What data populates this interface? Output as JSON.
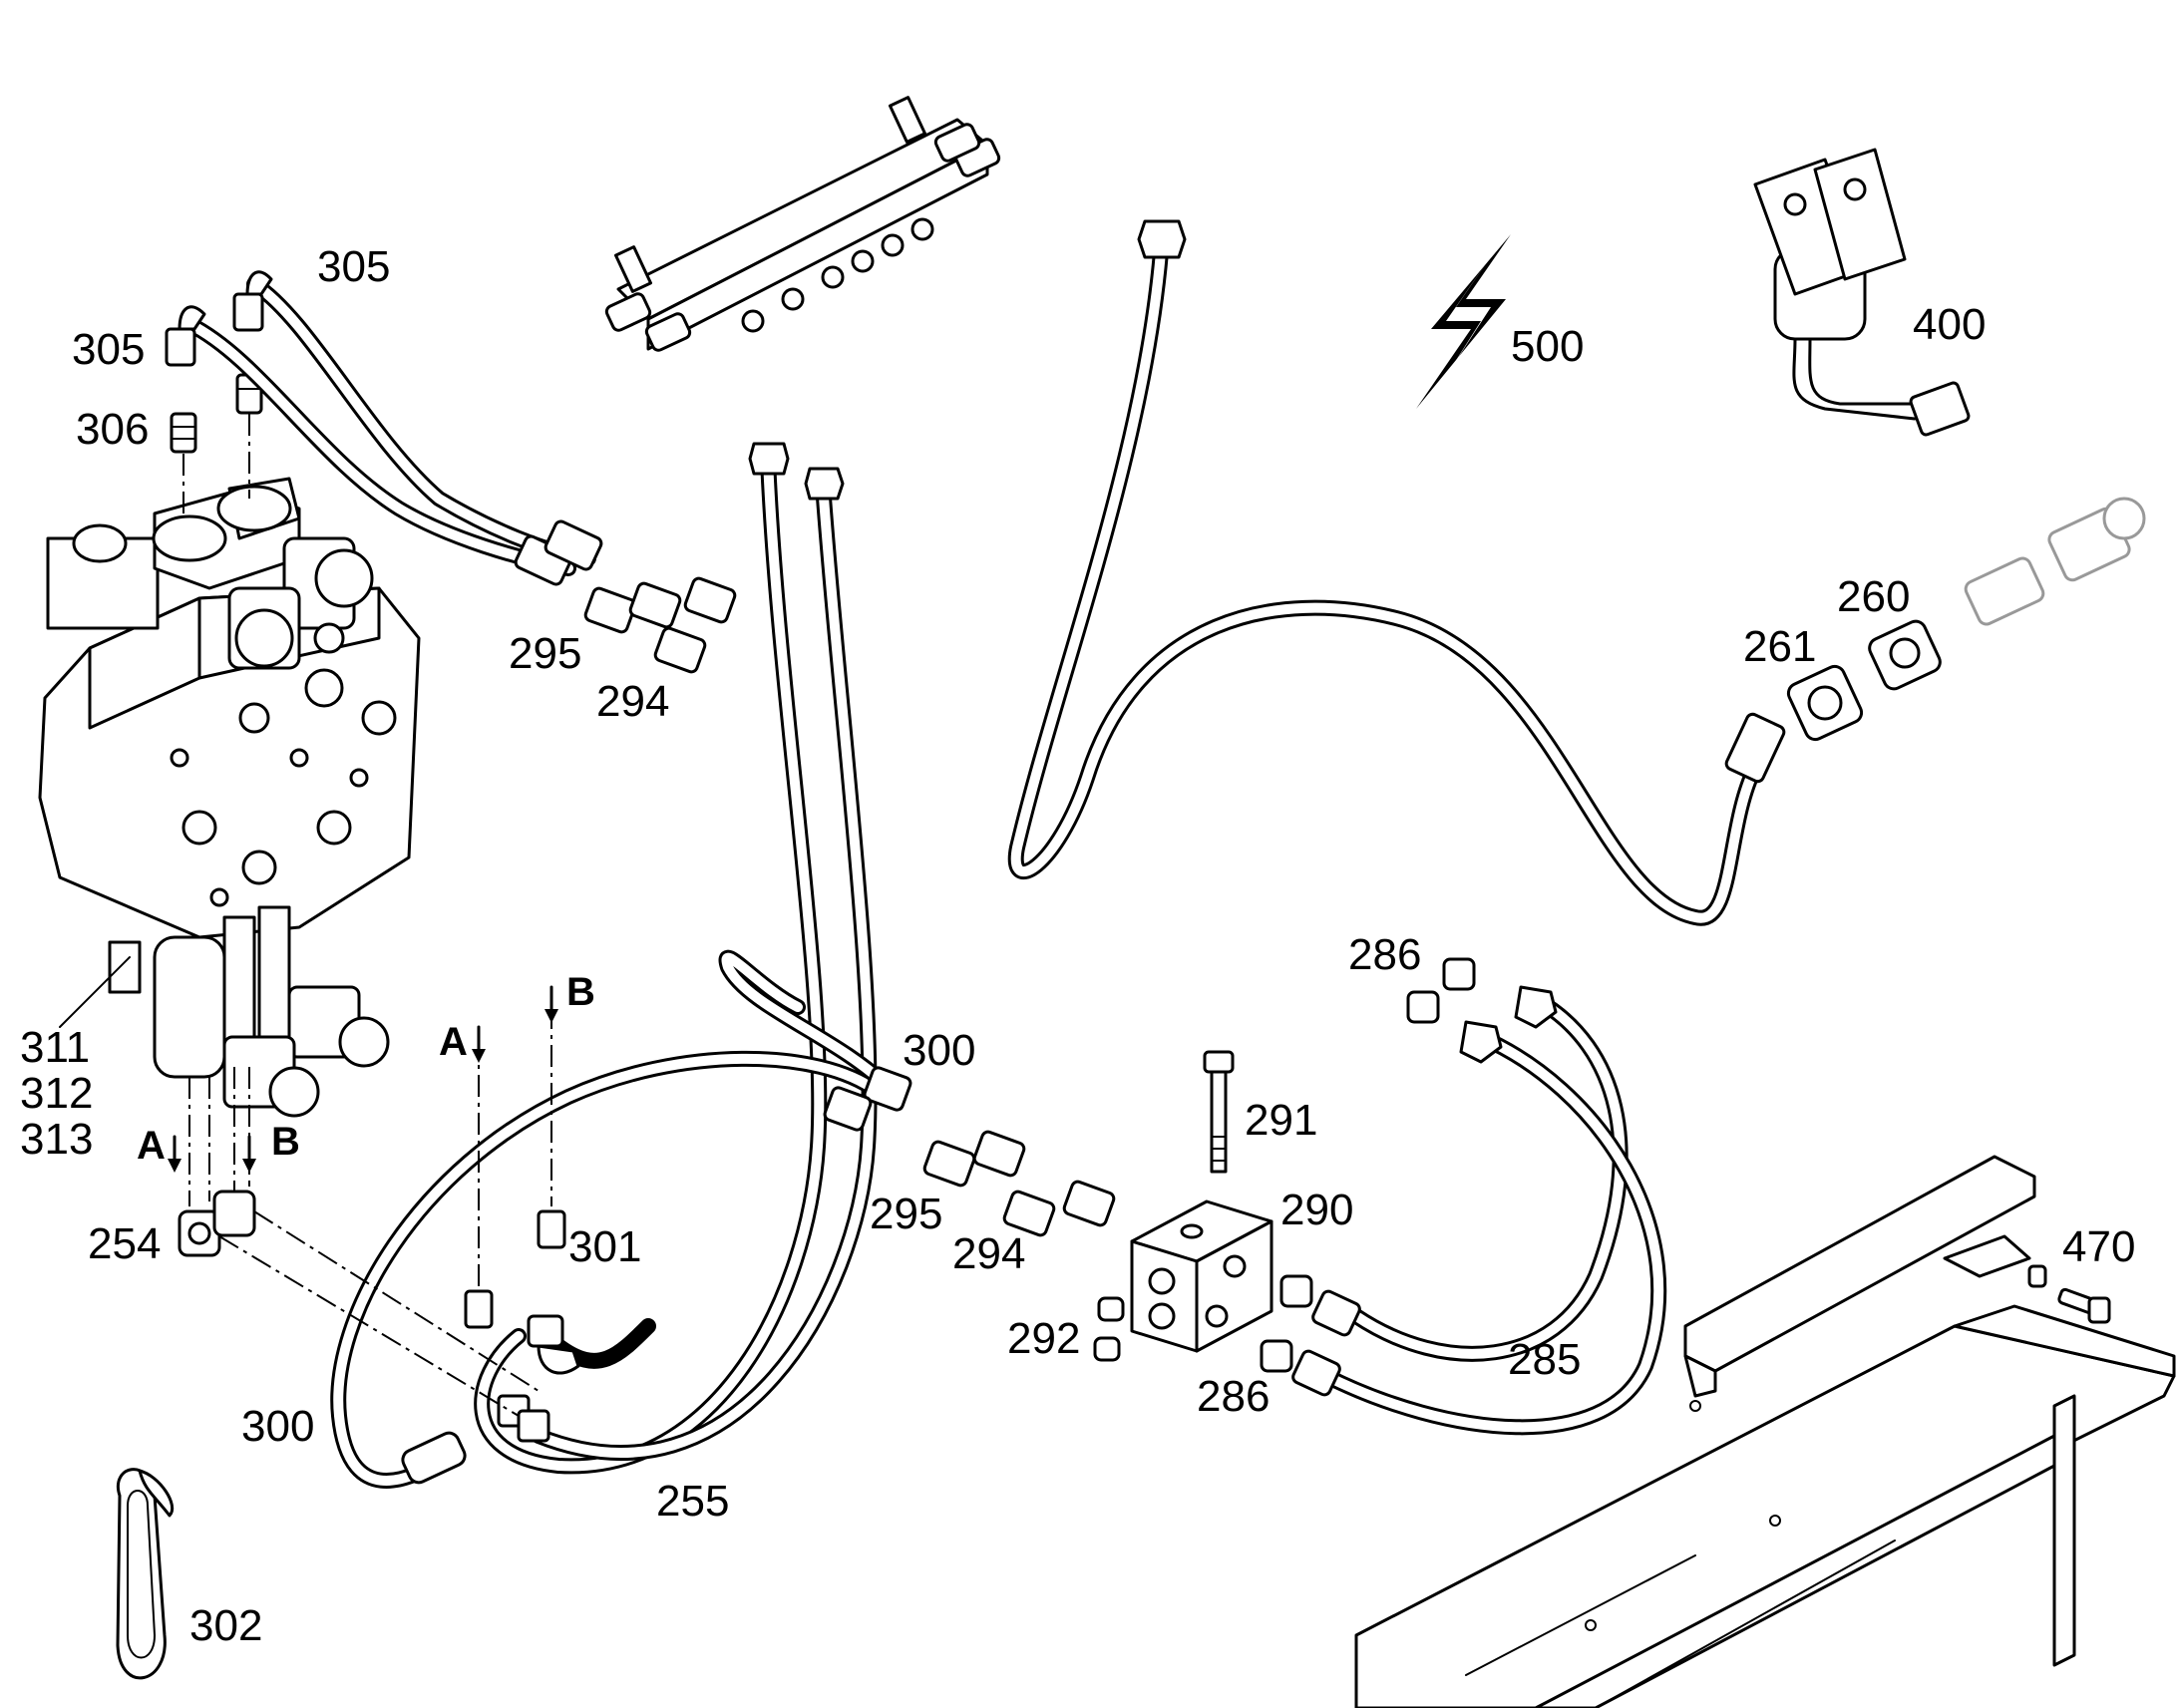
{
  "labels": {
    "l305a": "305",
    "l305b": "305",
    "l306": "306",
    "l295a": "295",
    "l294a": "294",
    "l311": "311",
    "l312": "312",
    "l313": "313",
    "l254": "254",
    "l300a": "300",
    "l300b": "300",
    "l301": "301",
    "l255": "255",
    "l302": "302",
    "l295b": "295",
    "l294b": "294",
    "l291": "291",
    "l290": "290",
    "l292": "292",
    "l286a": "286",
    "l286b": "286",
    "l285": "285",
    "l261": "261",
    "l260": "260",
    "l500": "500",
    "l400": "400",
    "l470": "470",
    "arrowA1": "A",
    "arrowB1": "B",
    "arrowA2": "A",
    "arrowB2": "B"
  },
  "icons": {
    "electric": "lightning-bolt-icon"
  }
}
